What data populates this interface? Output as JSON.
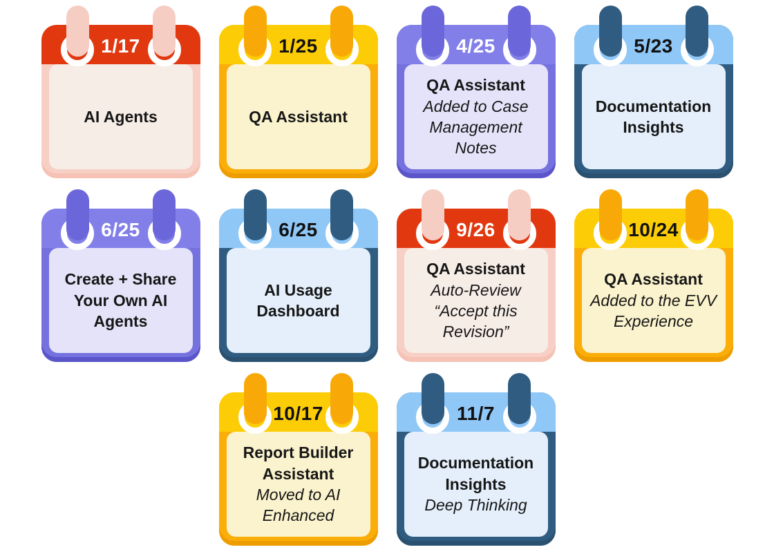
{
  "page": {
    "description": "AI feature release timeline shown as a grid of tear-off calendar cards",
    "background_color": "#FFFFFF"
  },
  "styles": {
    "red": {
      "frame": "#F8CFC5",
      "frame_bottom": "#F5C2B5",
      "header": "#E1380F",
      "peg": "#F6CDC3",
      "ring": "#FFFFFF",
      "body": "#F7EDE7",
      "date": "#FFFFFF"
    },
    "yellow": {
      "frame": "#FBAD09",
      "frame_bottom": "#EE9D00",
      "header": "#FCCD06",
      "peg": "#F8A907",
      "ring": "#FFFFFF",
      "body": "#FBF3CD",
      "date": "#111111"
    },
    "purple": {
      "frame": "#7572E0",
      "frame_bottom": "#5A55C9",
      "header": "#8280E8",
      "peg": "#6B67DA",
      "ring": "#FFFFFF",
      "body": "#E5E3F9",
      "date": "#FFFFFF"
    },
    "blue": {
      "frame": "#2F5C80",
      "frame_bottom": "#2A516F",
      "header": "#8FC7F7",
      "peg": "#2F5C80",
      "ring": "#FFFFFF",
      "body": "#E4EFFB",
      "date": "#111111"
    }
  },
  "cards": [
    {
      "date": "1/17",
      "title": "AI Agents",
      "subtitle": null,
      "style": "red"
    },
    {
      "date": "1/25",
      "title": "QA Assistant",
      "subtitle": null,
      "style": "yellow"
    },
    {
      "date": "4/25",
      "title": "QA Assistant",
      "subtitle": "Added to Case Management Notes",
      "style": "purple"
    },
    {
      "date": "5/23",
      "title": "Documentation Insights",
      "subtitle": null,
      "style": "blue"
    },
    {
      "date": "6/25",
      "title": "Create + Share Your Own AI Agents",
      "subtitle": null,
      "style": "purple"
    },
    {
      "date": "6/25",
      "title": "AI Usage Dashboard",
      "subtitle": null,
      "style": "blue"
    },
    {
      "date": "9/26",
      "title": "QA Assistant",
      "subtitle": "Auto-Review “Accept this Revision”",
      "style": "red"
    },
    {
      "date": "10/24",
      "title": "QA Assistant",
      "subtitle": "Added to the EVV Experience",
      "style": "yellow"
    },
    {
      "date": "10/17",
      "title": "Report Builder Assistant",
      "subtitle": "Moved to AI Enhanced",
      "style": "yellow"
    },
    {
      "date": "11/7",
      "title": "Documentation Insights",
      "subtitle": "Deep Thinking",
      "style": "blue"
    }
  ],
  "layout": {
    "rows": [
      [
        0,
        1,
        2,
        3
      ],
      [
        4,
        5,
        6,
        7
      ],
      [
        8,
        9
      ]
    ]
  }
}
